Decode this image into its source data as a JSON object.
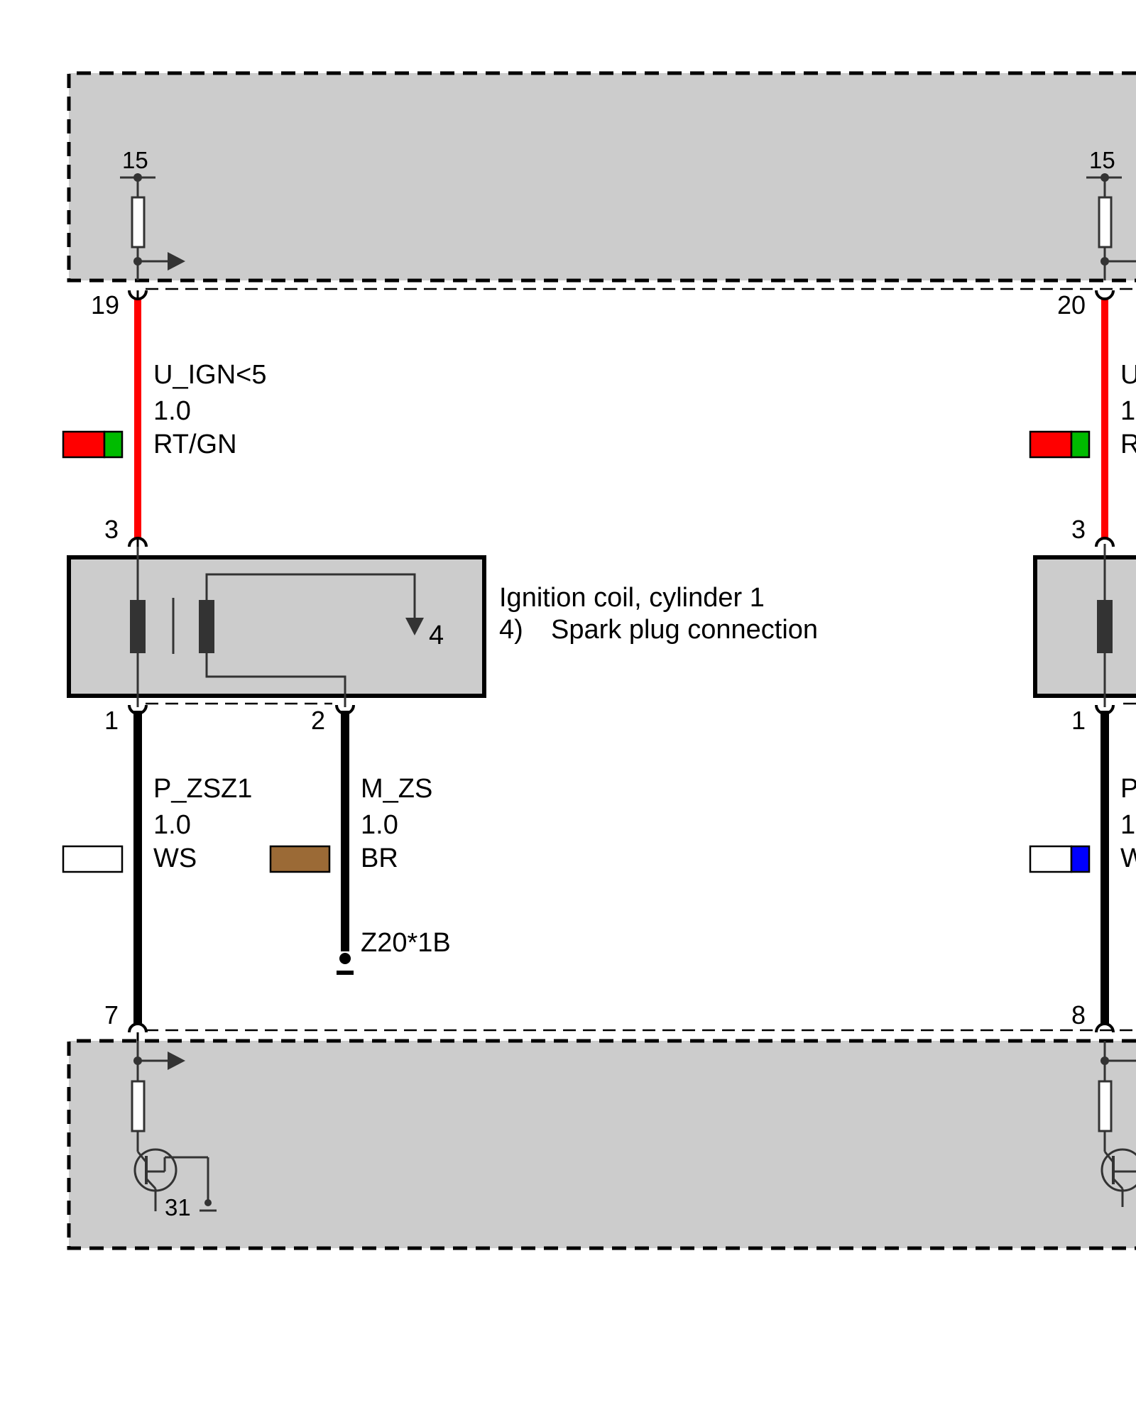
{
  "upper_control_unit": {
    "left": {
      "terminal": "15",
      "pin": "19"
    },
    "right": {
      "terminal": "15",
      "pin": "20"
    }
  },
  "lower_control_unit": {
    "left": {
      "pin": "7",
      "ground_terminal": "31"
    },
    "right": {
      "pin": "8"
    }
  },
  "ignition_coil": {
    "title": "Ignition coil, cylinder 1",
    "note_number": "4)",
    "note_text": "Spark plug connection",
    "output_pin": "4",
    "pins": {
      "supply": "3",
      "control": "1",
      "ground": "2"
    },
    "right_supply_pin": "3",
    "right_control_pin": "1"
  },
  "wires": {
    "supply_left": {
      "signal": "U_IGN<5",
      "size": "1.0",
      "color_code": "RT/GN",
      "colors": [
        "#ff0000",
        "#00bb00"
      ]
    },
    "control_left": {
      "signal": "P_ZSZ1",
      "size": "1.0",
      "color_code": "WS",
      "colors": [
        "#ffffff"
      ]
    },
    "ground": {
      "signal": "M_ZS",
      "size": "1.0",
      "color_code": "BR",
      "colors": [
        "#9b6a36"
      ],
      "ground_point": "Z20*1B"
    },
    "supply_right": {
      "signal_partial": "U",
      "size_partial": "1",
      "color_code_partial": "R",
      "colors": [
        "#ff0000",
        "#00bb00"
      ]
    },
    "control_right": {
      "signal_partial": "P",
      "size_partial": "1",
      "color_code_partial": "W",
      "colors": [
        "#ffffff",
        "#0000ff"
      ]
    }
  },
  "colors": {
    "housing_fill": "#cccccc",
    "supply_wire": "#ff0000",
    "signal_wire": "#000000",
    "swatch_red": "#ff0000",
    "swatch_green": "#00bb00",
    "swatch_brown": "#9b6a36",
    "swatch_blue": "#0000ff"
  }
}
